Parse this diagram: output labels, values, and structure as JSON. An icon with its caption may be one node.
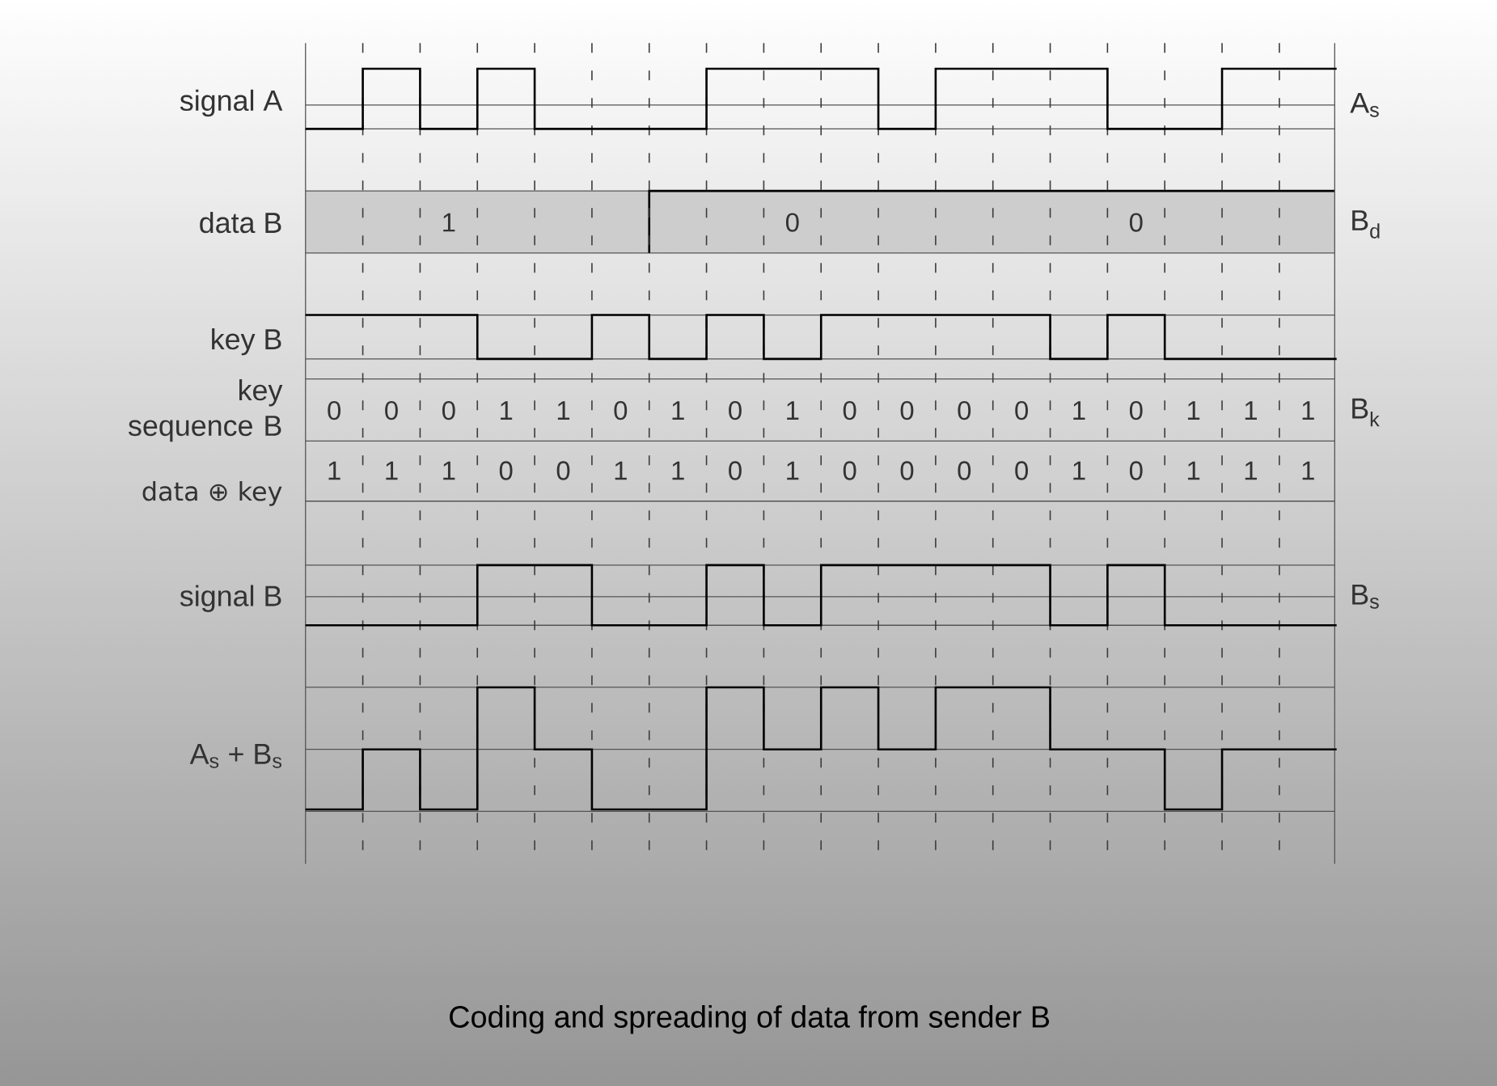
{
  "diagram": {
    "caption": "Coding and spreading of data from sender B",
    "labels": [
      "signal A",
      "A$_{s}$",
      "data B",
      "1",
      "0",
      "0",
      "B$_{d}$",
      "key B",
      "key sequence B",
      "0",
      "0",
      "0",
      "1",
      "1",
      "0",
      "1",
      "0",
      "1",
      "0",
      "0",
      "0",
      "0",
      "1",
      "0",
      "1",
      "1",
      "1",
      "B$_{k}$",
      "data ⊕ key",
      "1",
      "1",
      "1",
      "0",
      "0",
      "1",
      "1",
      "0",
      "1",
      "0",
      "0",
      "0",
      "0",
      "1",
      "0",
      "1",
      "1",
      "1",
      "signal B",
      "B$_{s}$",
      "A$_{s}$ + B$_{s}$"
    ]
  }
}
